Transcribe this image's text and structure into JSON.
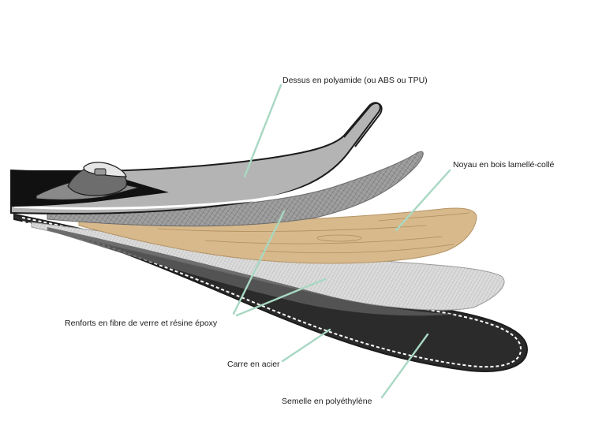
{
  "labels": {
    "top": "Dessus en polyamide (ou ABS ou TPU)",
    "core": "Noyau en bois lamellé-collé",
    "fiberglass": "Renforts en fibre de verre et résine époxy",
    "edge": "Carre en acier",
    "base": "Semelle en polyéthylène"
  },
  "colors": {
    "leader_line": "#a8d8c2",
    "outline": "#1c1c1c",
    "top_sheet": "#b4b4b4",
    "top_tail": "#111111",
    "fiberglass_mesh": "#8f8f8f",
    "wood_core": "#d7b98c",
    "wood_grain": "#b08d5c",
    "mesh_light": "#d9d9d9",
    "base": "#2b2b2b",
    "edge_dashes": "#ffffff"
  },
  "icons": [
    "binding-icon"
  ]
}
